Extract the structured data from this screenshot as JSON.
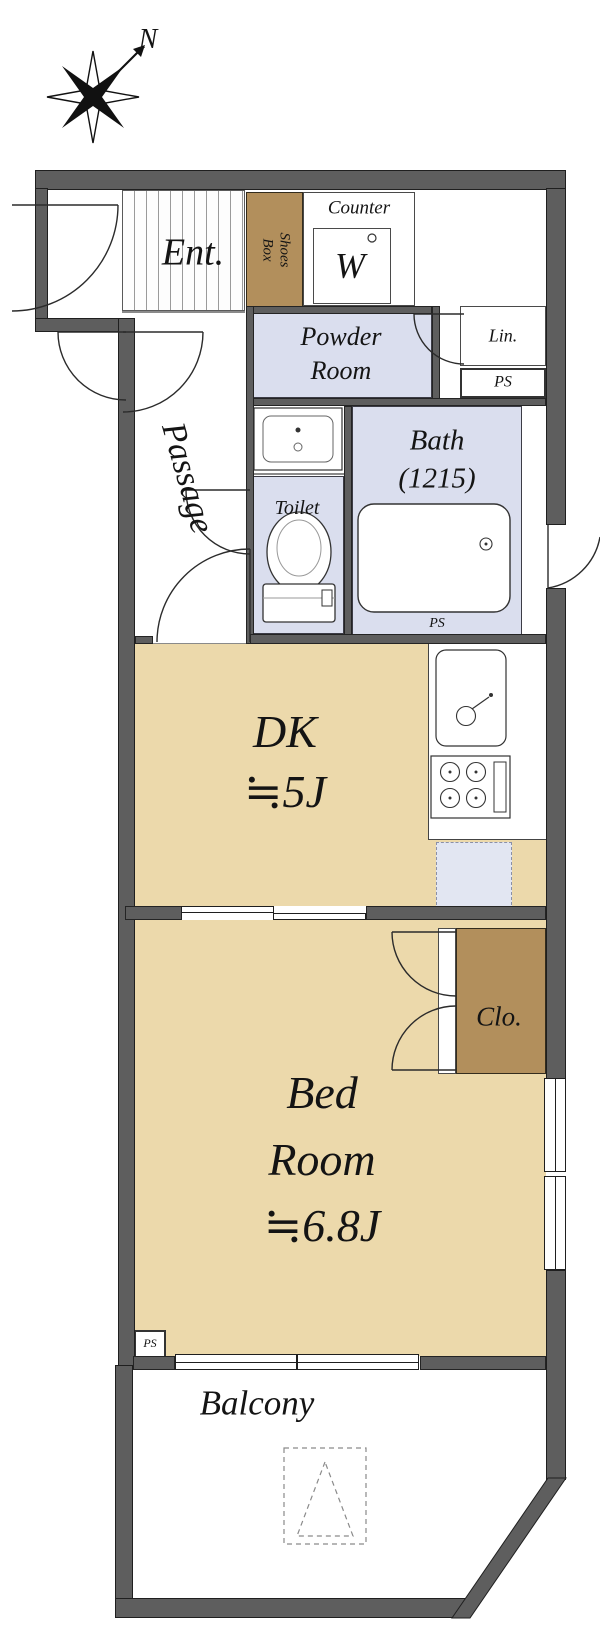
{
  "compass": {
    "north": "N"
  },
  "rooms": {
    "entrance": {
      "label": "Ent."
    },
    "shoes_box": {
      "label": "Shoes Box"
    },
    "counter": {
      "label": "Counter"
    },
    "washer": {
      "label": "W"
    },
    "powder_room": {
      "line1": "Powder",
      "line2": "Room"
    },
    "linen": {
      "label": "Lin."
    },
    "pipe_space_top": {
      "label": "PS"
    },
    "passage": {
      "label": "Passage"
    },
    "toilet": {
      "label": "Toilet"
    },
    "bath": {
      "line1": "Bath",
      "line2": "(1215)",
      "ps": "PS"
    },
    "dk": {
      "line1": "DK",
      "line2": "≒5J"
    },
    "closet": {
      "label": "Clo."
    },
    "bedroom": {
      "line1": "Bed",
      "line2": "Room",
      "line3": "≒6.8J",
      "ps": "PS"
    },
    "balcony": {
      "label": "Balcony"
    }
  },
  "colors": {
    "wall": "#5e5e5e",
    "room_tan": "#ecd9ab",
    "wet_area_blue": "#dadeee",
    "wood_brown": "#b28f5c",
    "fridge_blue": "#e2e6f2"
  }
}
